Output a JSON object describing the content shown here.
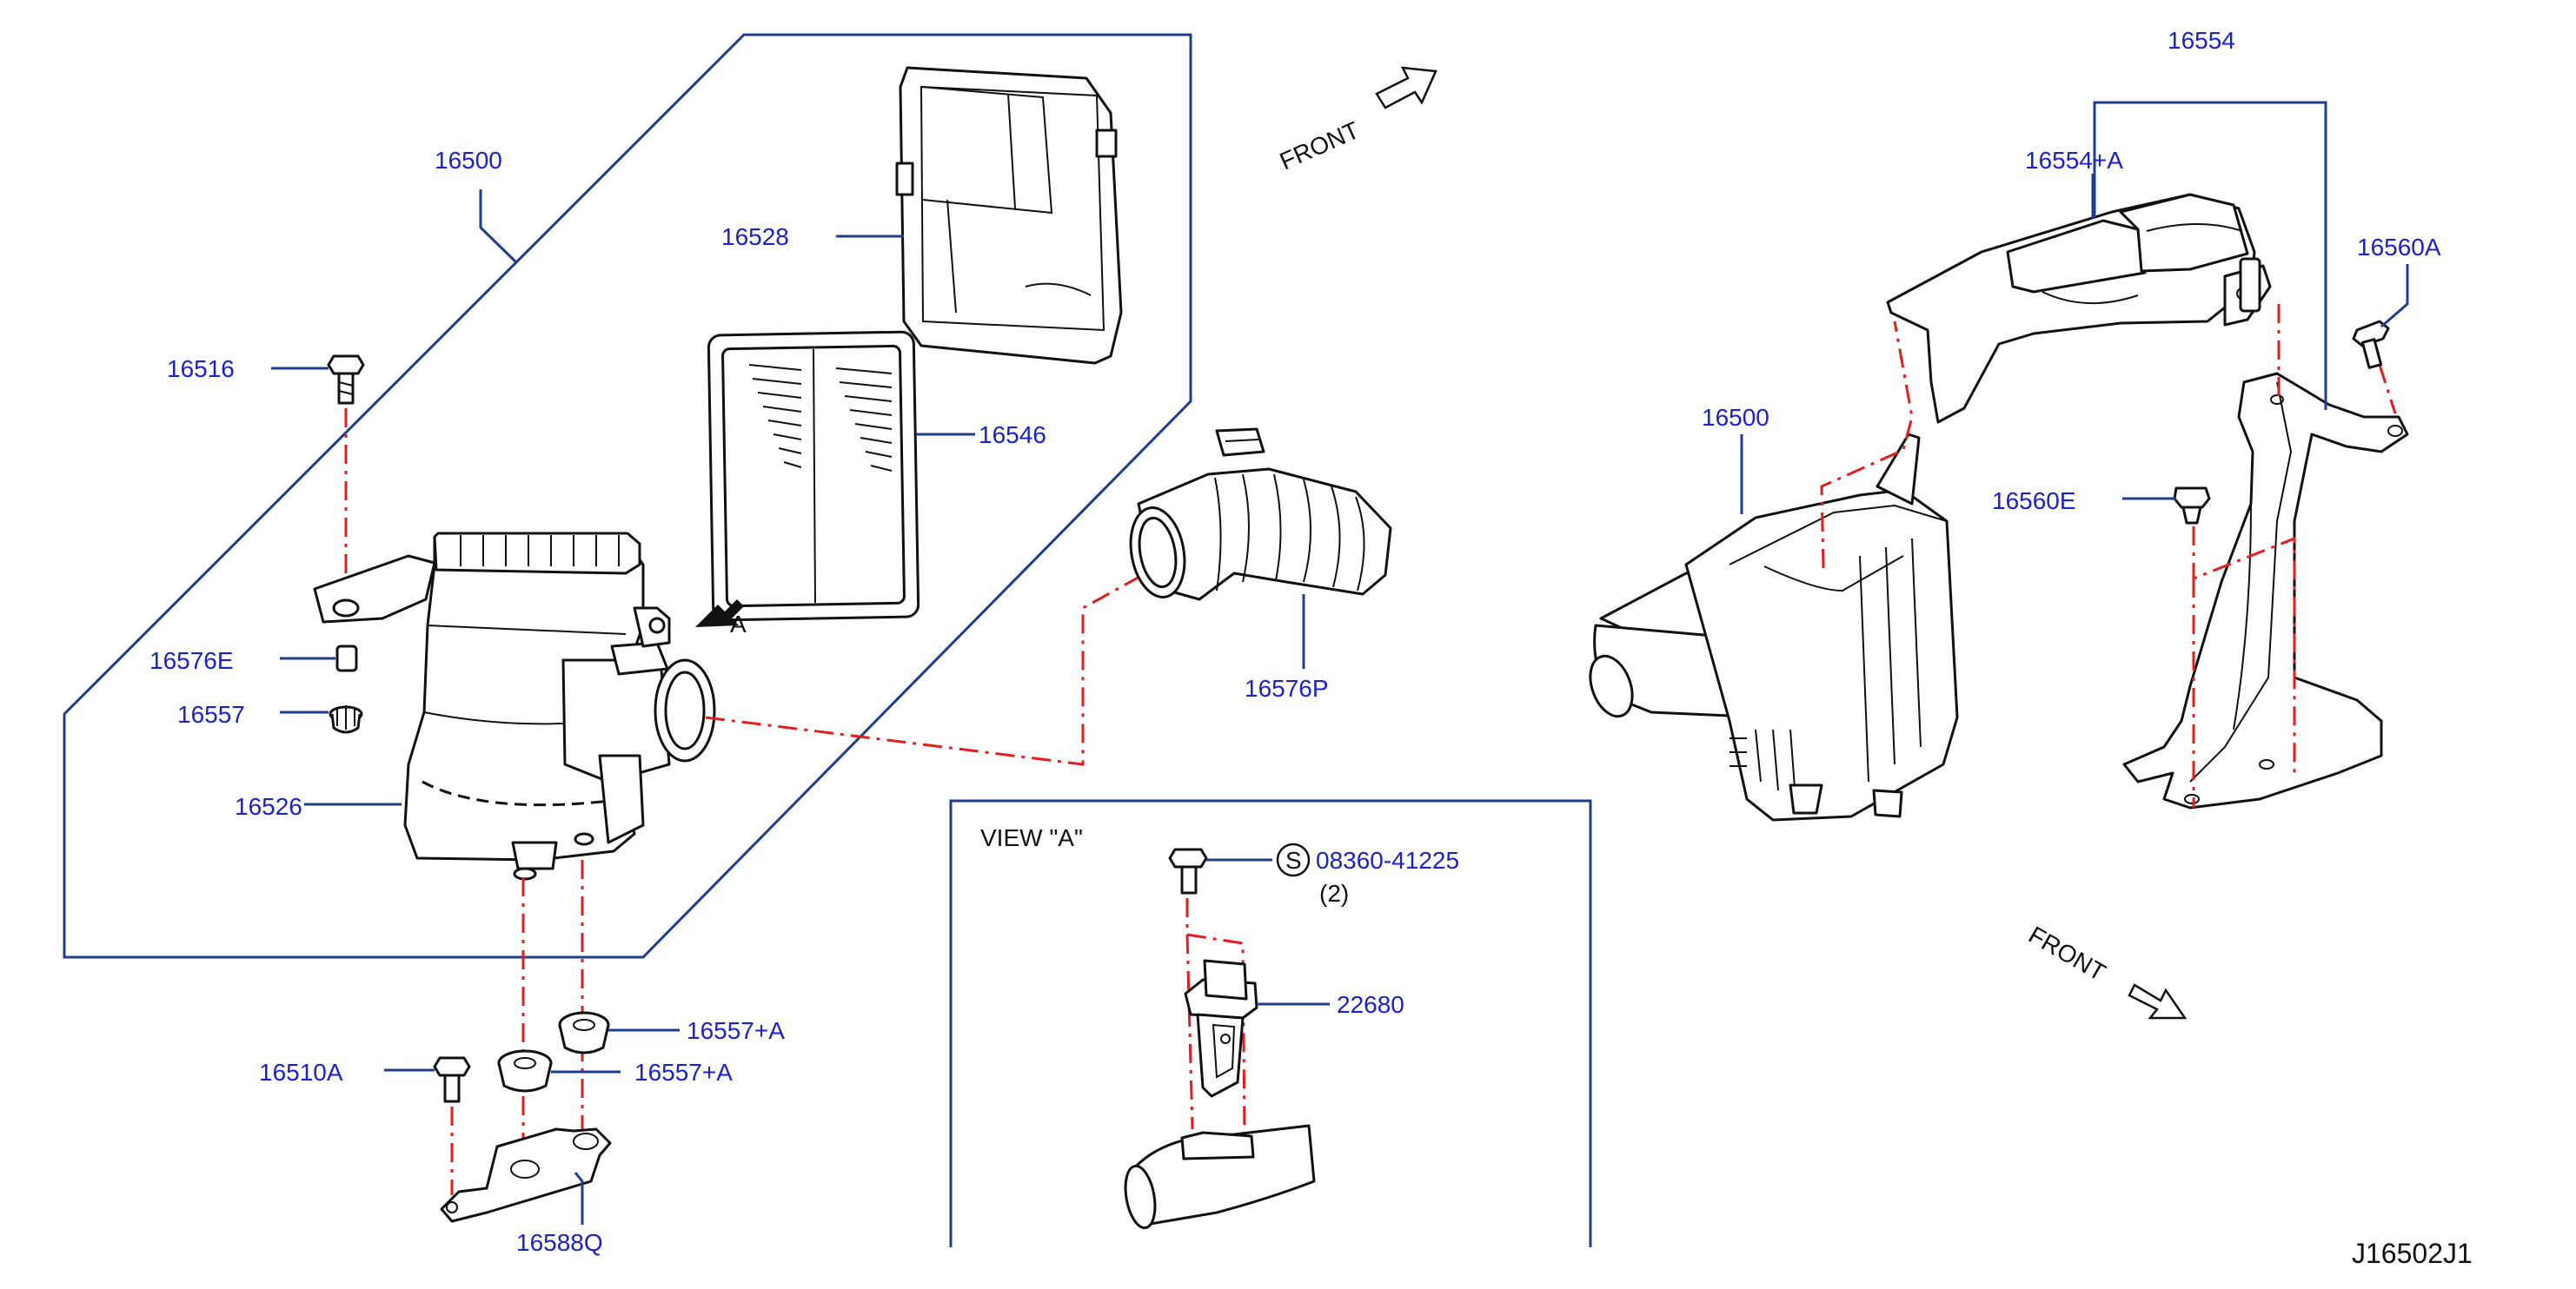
{
  "labels": {
    "assy_left": "16500",
    "cover": "16528",
    "bolt_top": "16516",
    "element": "16546",
    "collar": "16576E",
    "grommet": "16557",
    "lower_case": "16526",
    "duct": "16576P",
    "view_arrow": "A",
    "mount_a1": "16557+A",
    "mount_a2": "16557+A",
    "bolt_bracket": "16510A",
    "bracket": "16588Q",
    "view_title": "VIEW \"A\"",
    "screw_symbol": "S",
    "screw": "08360-41225",
    "screw_qty": "(2)",
    "sensor": "22680",
    "inlet_assy": "16554",
    "inlet_upper": "16554+A",
    "bolt_right": "16560A",
    "assy_right": "16500",
    "clip": "16560E",
    "front_top": "FRONT",
    "front_bottom": "FRONT",
    "diagram_code": "J16502J1"
  },
  "colors": {
    "label": "#1a22c8",
    "leader": "#1e3d8f",
    "centerline": "#e41e1e",
    "outline": "#111111"
  }
}
